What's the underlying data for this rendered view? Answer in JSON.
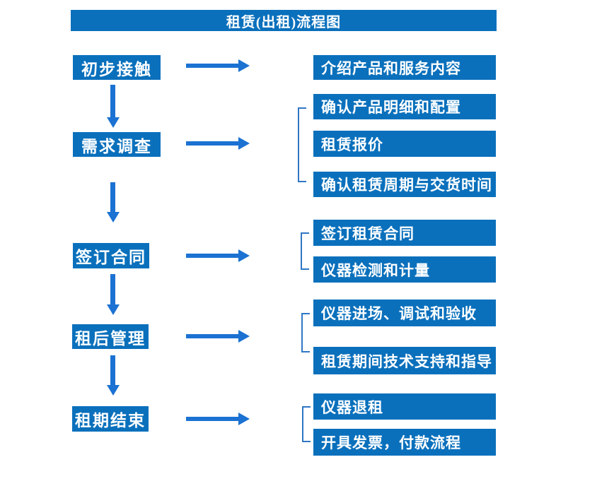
{
  "title": "租赁(出租)流程图",
  "steps": [
    {
      "label": "初步接触",
      "details": [
        "介绍产品和服务内容"
      ]
    },
    {
      "label": "需求调查",
      "details": [
        "确认产品明细和配置",
        "租赁报价",
        "确认租赁周期与交货时间"
      ]
    },
    {
      "label": "签订合同",
      "details": [
        "签订租赁合同",
        "仪器检测和计量"
      ]
    },
    {
      "label": "租后管理",
      "details": [
        "仪器进场、调试和验收",
        "租赁期间技术支持和指导"
      ]
    },
    {
      "label": "租期结束",
      "details": [
        "仪器退租",
        "开具发票，付款流程"
      ]
    }
  ],
  "colors": {
    "primary": "#0a70bc",
    "arrow": "#1b72d2",
    "bracket": "#2f77c5",
    "text": "#ffffff",
    "background": "#ffffff"
  }
}
